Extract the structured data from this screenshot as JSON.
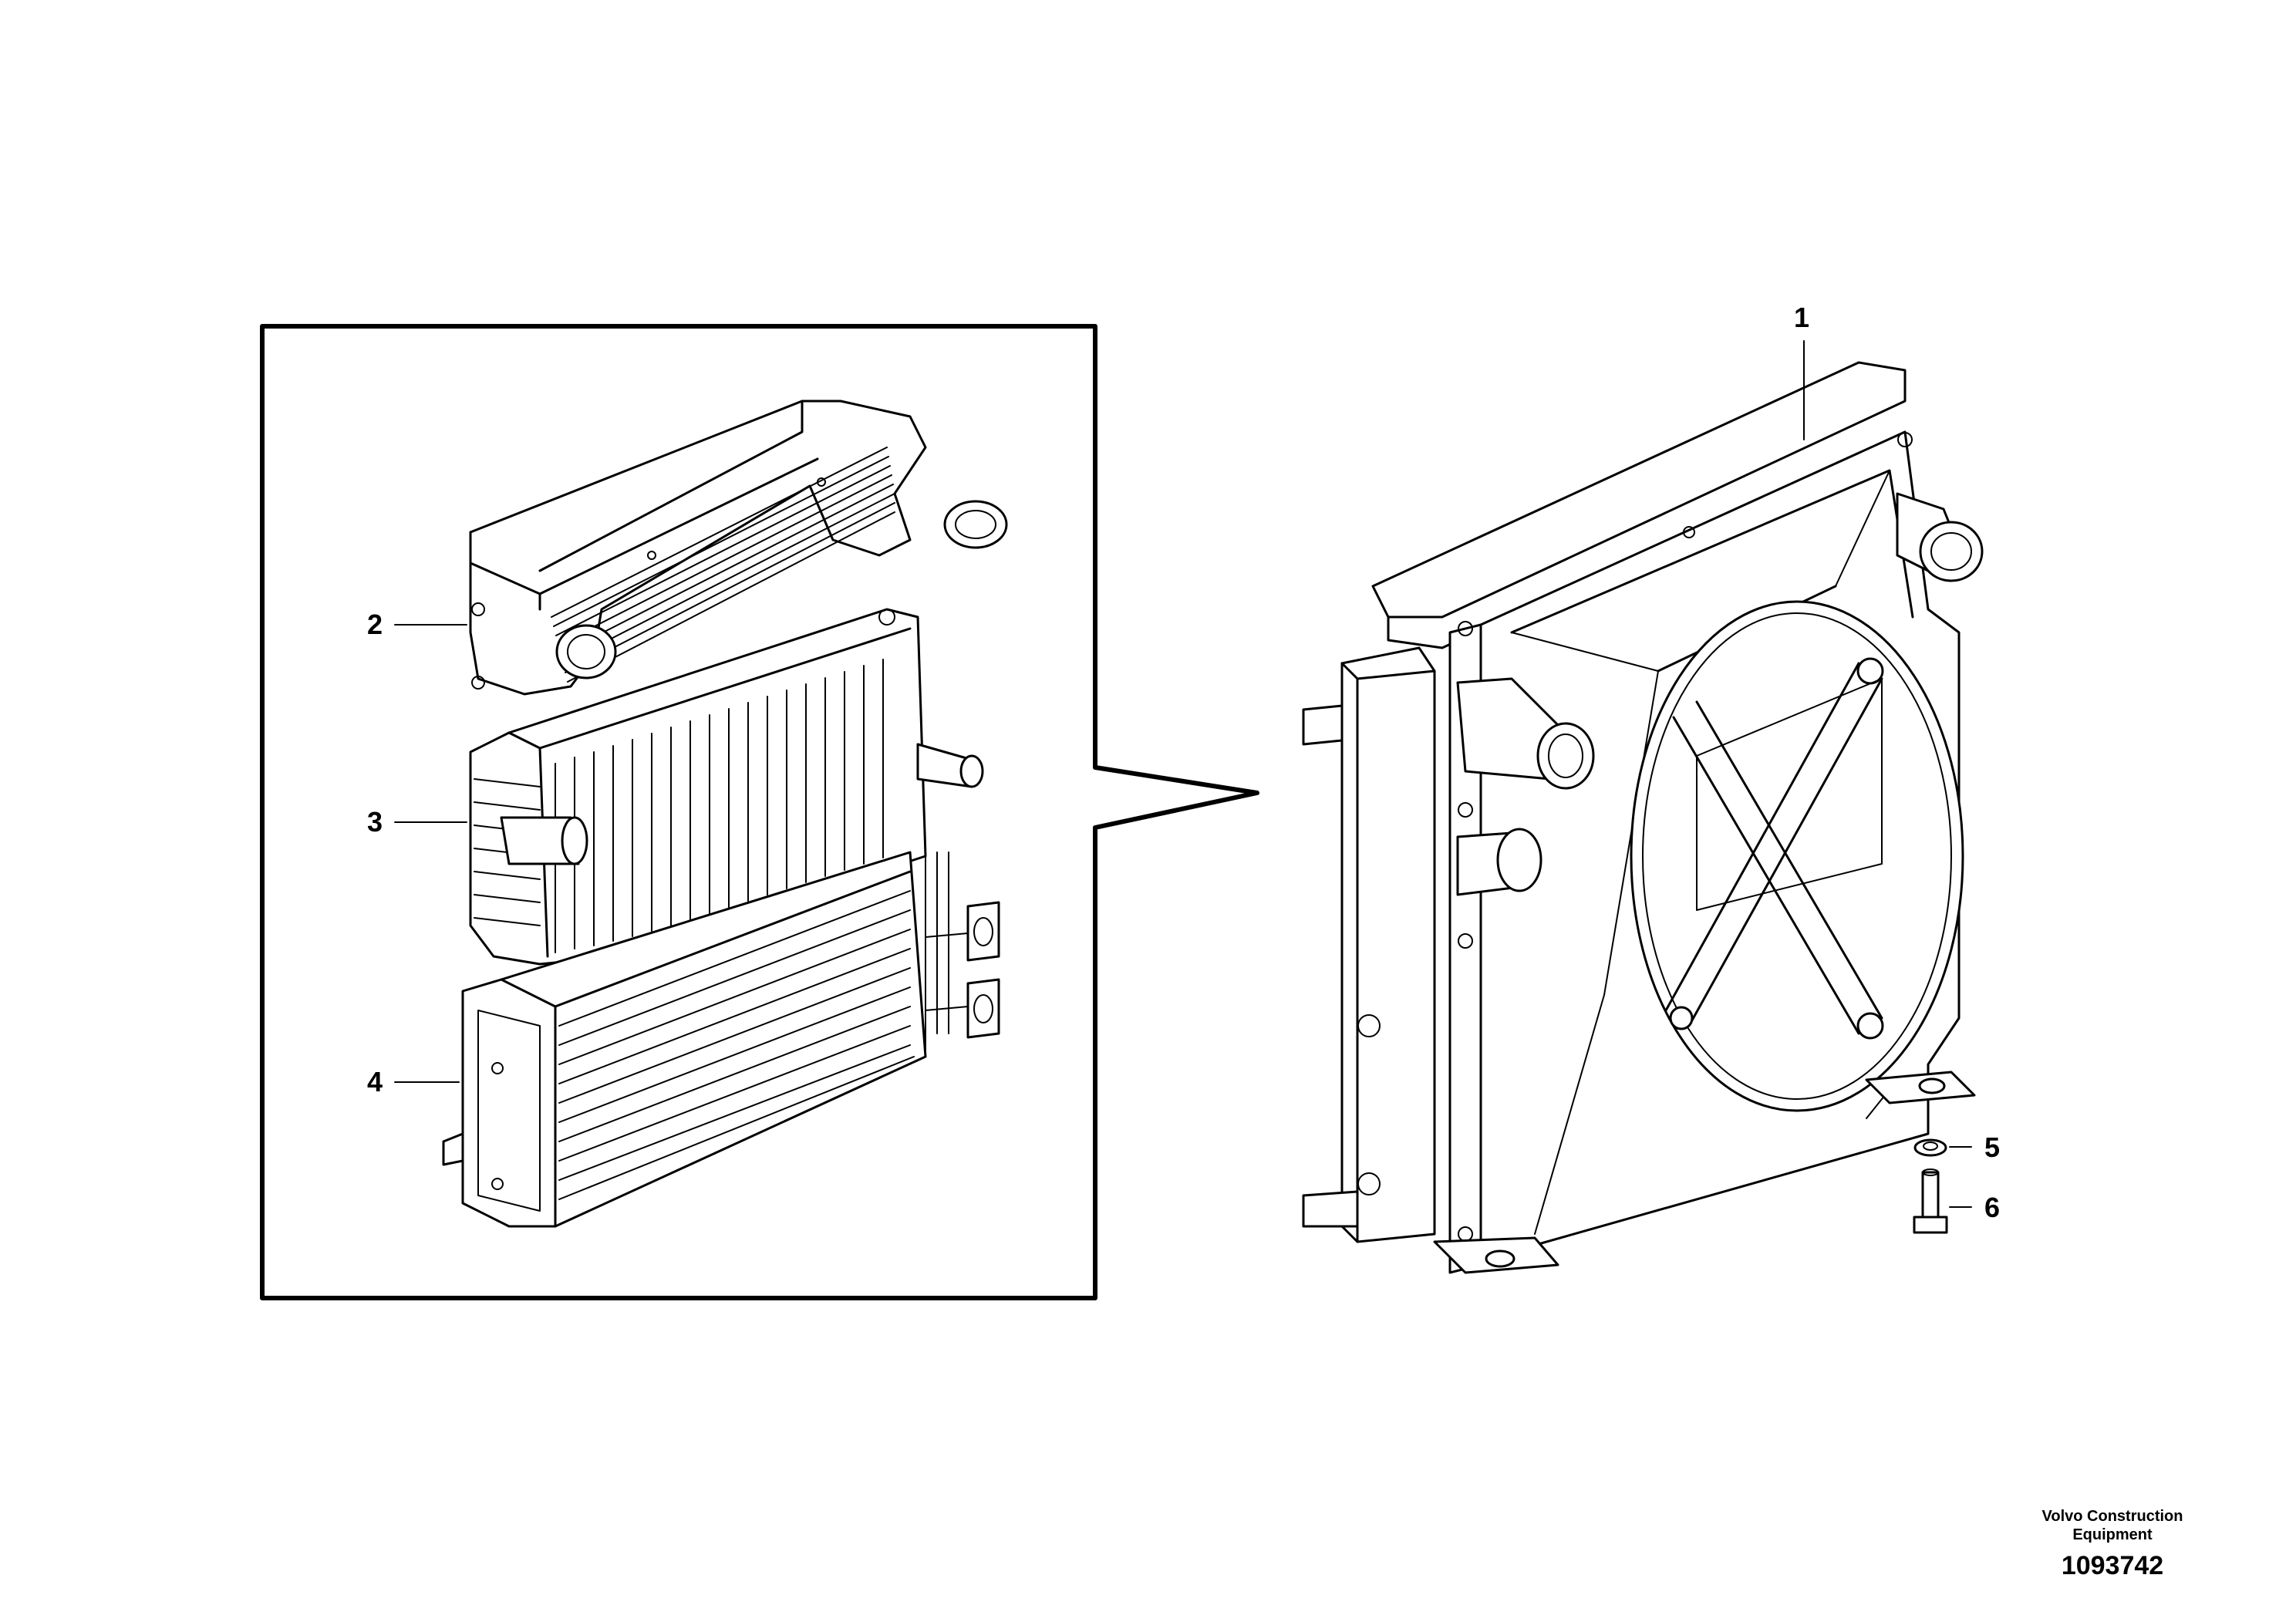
{
  "callouts": {
    "c1": "1",
    "c2": "2",
    "c3": "3",
    "c4": "4",
    "c5": "5",
    "c6": "6"
  },
  "brand": {
    "line1": "Volvo Construction",
    "line2": "Equipment",
    "illustration_number": "1093742"
  }
}
